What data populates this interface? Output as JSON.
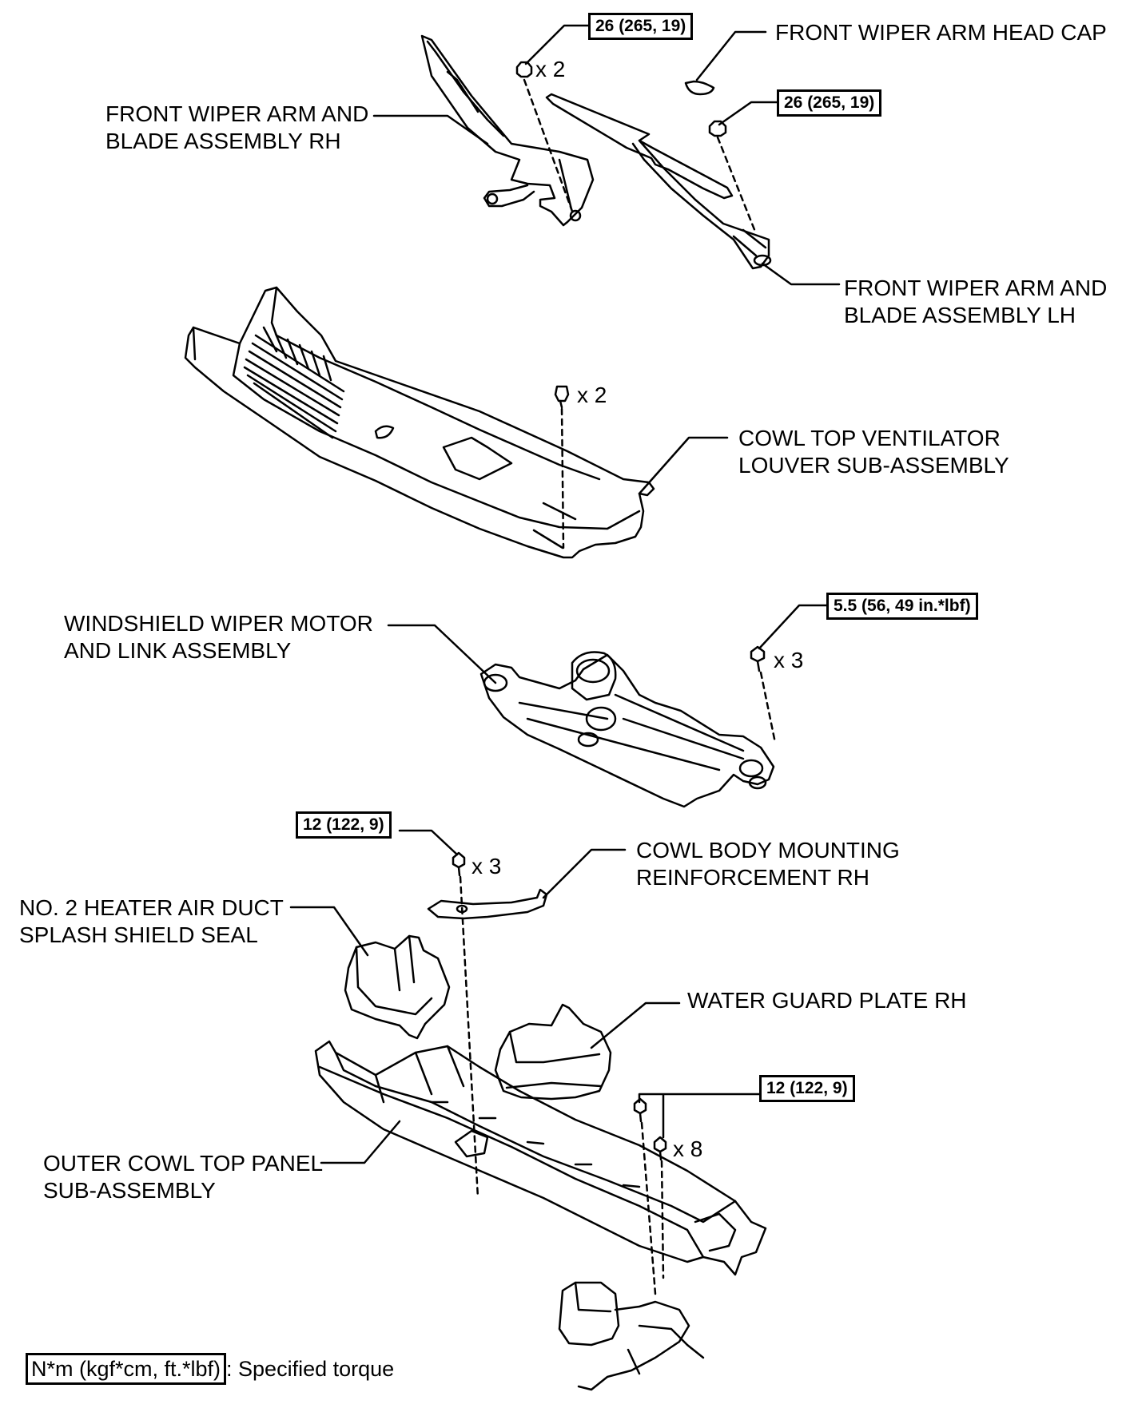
{
  "labels": {
    "arm_rh": [
      "FRONT WIPER ARM AND",
      "BLADE ASSEMBLY RH"
    ],
    "head_cap": [
      "FRONT WIPER ARM HEAD CAP"
    ],
    "arm_lh": [
      "FRONT WIPER ARM AND",
      "BLADE ASSEMBLY LH"
    ],
    "louver": [
      "COWL TOP VENTILATOR",
      "LOUVER SUB-ASSEMBLY"
    ],
    "motor": [
      "WINDSHIELD WIPER MOTOR",
      "AND LINK ASSEMBLY"
    ],
    "reinforcement": [
      "COWL BODY MOUNTING",
      "REINFORCEMENT RH"
    ],
    "heater_seal": [
      "NO. 2 HEATER AIR DUCT",
      "SPLASH SHIELD SEAL"
    ],
    "water_guard": [
      "WATER GUARD PLATE RH"
    ],
    "outer_cowl": [
      "OUTER COWL TOP PANEL",
      "SUB-ASSEMBLY"
    ]
  },
  "torques": {
    "arm_rh_nut": "26 (265, 19)",
    "arm_lh_nut": "26 (265, 19)",
    "motor_bolt": "5.5 (56, 49 in.*lbf)",
    "reinf_bolt": "12 (122, 9)",
    "cowl_bolt": "12 (122, 9)"
  },
  "quantities": {
    "arm_rh_nut": "x 2",
    "louver_clip": "x 2",
    "motor_bolt": "x 3",
    "reinf_bolt": "x 3",
    "cowl_bolt": "x 8"
  },
  "legend": {
    "unit_box": "N*m (kgf*cm, ft.*lbf)",
    "text": ": Specified torque"
  }
}
